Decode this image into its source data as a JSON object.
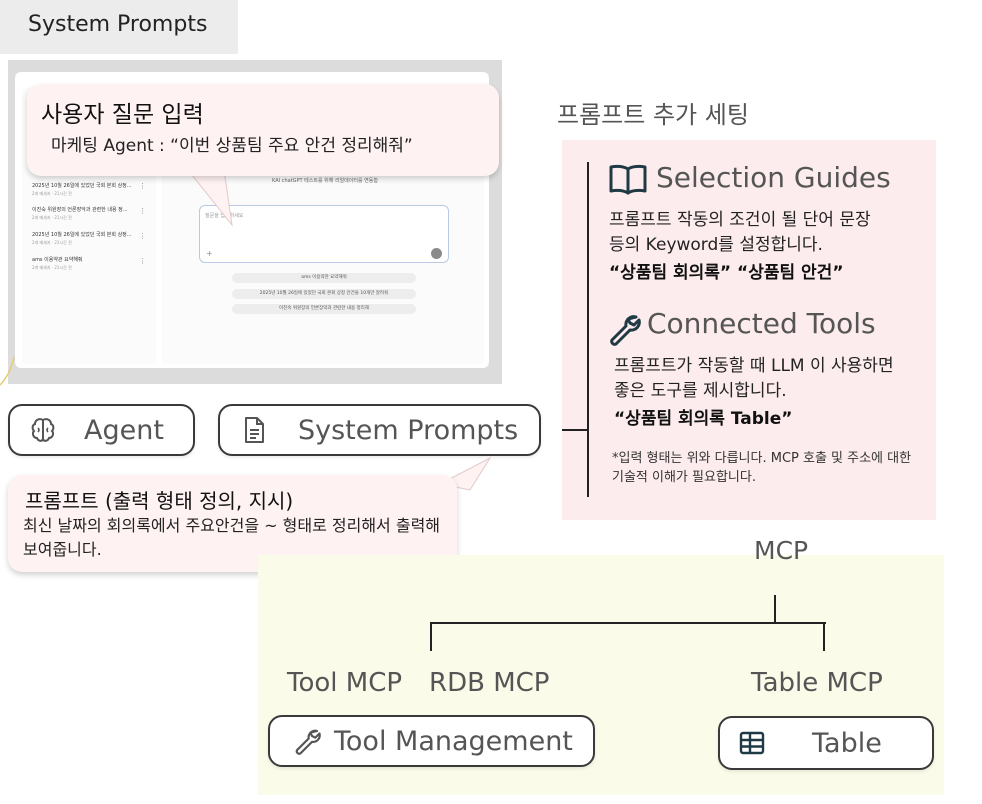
{
  "header_tag": "System Prompts",
  "screenshot": {
    "sidebar_items": [
      {
        "title": "2025년 10월 26일에 있었던 국회 본회 상정...",
        "meta": "2개 메세지 · 21시간 전"
      },
      {
        "title": "이진숙 위원장의 언론장악과 관련한 내용 정...",
        "meta": "2개 메세지 · 21시간 전"
      },
      {
        "title": "2025년 10월 26일에 있었던 국회 본회 상정...",
        "meta": "2개 메세지 · 21시간 전"
      },
      {
        "title": "ams 이용약관 요약해줘",
        "meta": "2개 메세지 · 21시간 전"
      }
    ],
    "caption": "KAI chatGPT 테스트를 위해 리얼데이터를 연동함",
    "input_placeholder": "질문을 입력하세요",
    "plus": "+",
    "chips": [
      "ams 이용약관 요약해줘",
      "2025년 10월 26일에 있었던 국회 본회 상정 안건을 10개만 알려줘",
      "이진숙 위원장의 언론장악과 관련한 내용 정리해"
    ]
  },
  "callout_question": {
    "title": "사용자 질문 입력",
    "subtitle": "마케팅 Agent : “이번 상품팀 주요 안건 정리해줘”"
  },
  "pills": {
    "agent": "Agent",
    "system_prompts": "System Prompts",
    "tool_management": "Tool Management",
    "table": "Table"
  },
  "callout_prompt": {
    "title": "프롬프트 (출력 형태 정의, 지시)",
    "body": "최신 날짜의 회의록에서 주요안건을 ~ 형태로 정리해서 출력해 보여줍니다."
  },
  "prompt_settings": {
    "title": "프롬프트 추가 세팅",
    "selection_guides": {
      "heading": "Selection Guides",
      "body": "프롬프트 작동의 조건이 될 단어 문장 등의 Keyword를  설정합니다.",
      "example": "“상품팀 회의록” “상품팀 안건”"
    },
    "connected_tools": {
      "heading": "Connected Tools",
      "body": "프롬프트가 작동할 때 LLM 이 사용하면 좋은 도구를 제시합니다.",
      "example": "“상품팀 회의록 Table”"
    },
    "note": "*입력 형태는 위와 다릅니다. MCP 호출 및 주소에 대한 기술적 이해가 필요합니다."
  },
  "mcp": {
    "title": "MCP",
    "tool_mcp": "Tool MCP",
    "rdb_mcp": "RDB MCP",
    "table_mcp": "Table MCP"
  },
  "colors": {
    "callout_bg": "#fff2f2",
    "settings_bg": "#fdeced",
    "mcp_bg": "#fbfbe9",
    "icon_dark": "#1f3a44"
  }
}
